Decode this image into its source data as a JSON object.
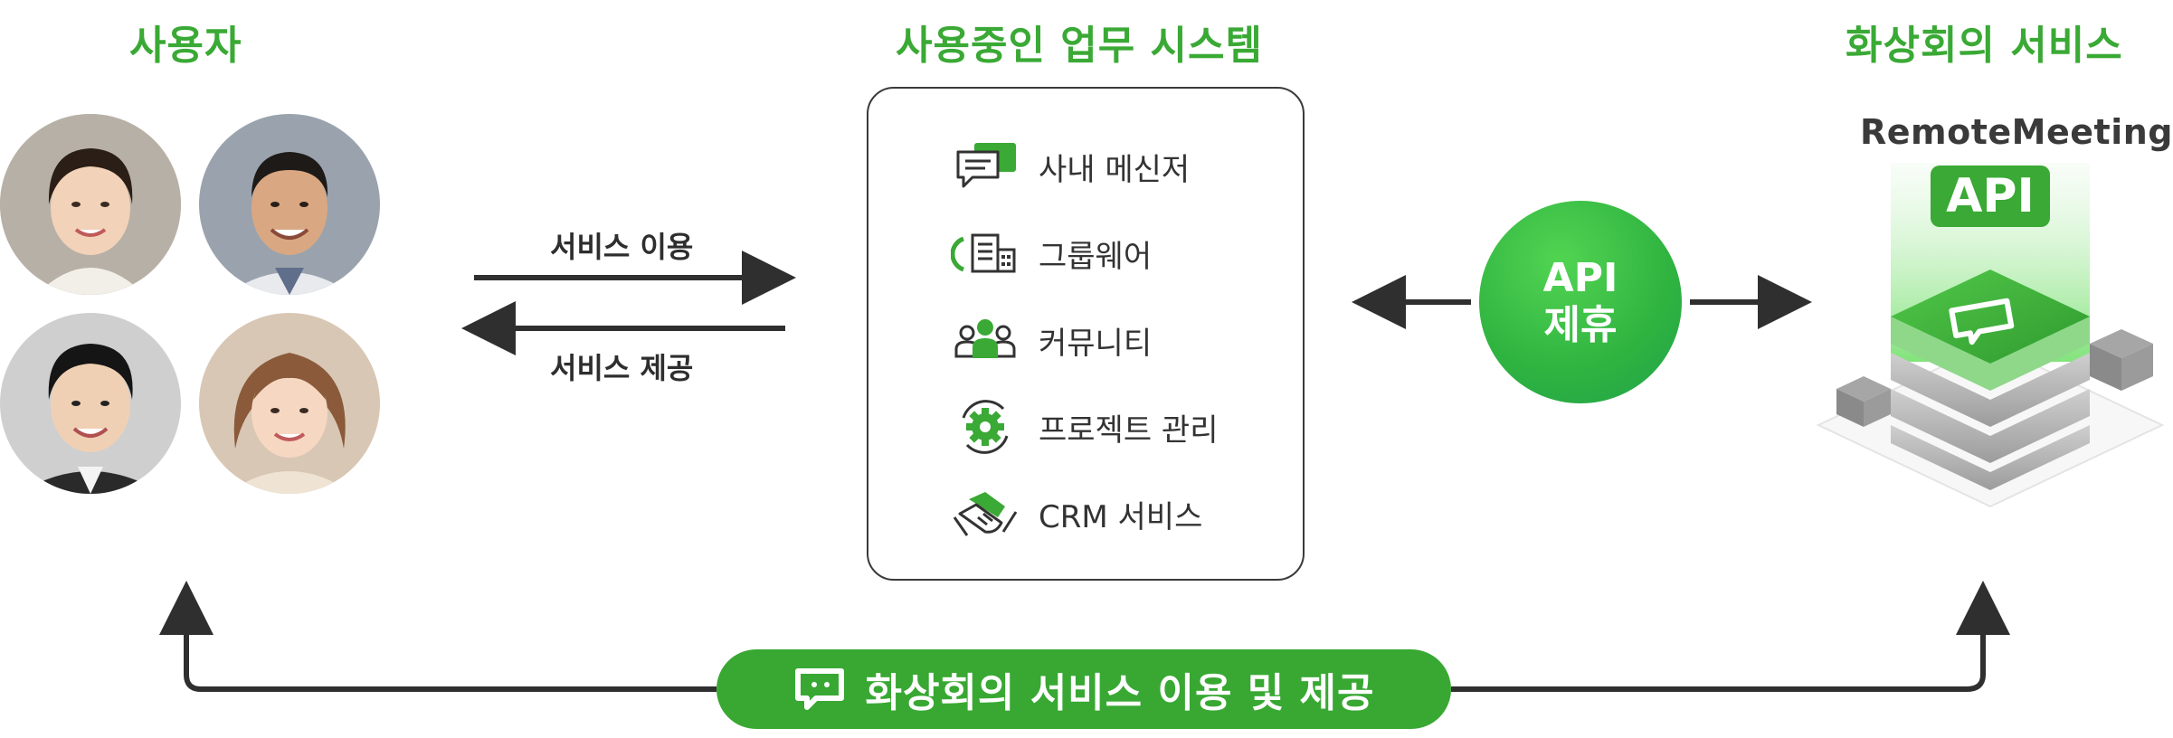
{
  "sections": {
    "users": "사용자",
    "systems": "사용중인 업무 시스템",
    "video_service": "화상회의 서비스"
  },
  "flows": {
    "use_service": "서비스 이용",
    "provide_service": "서비스 제공"
  },
  "systems": [
    {
      "label": "사내 메신저",
      "icon": "messenger-icon"
    },
    {
      "label": "그룹웨어",
      "icon": "groupware-icon"
    },
    {
      "label": "커뮤니티",
      "icon": "community-icon"
    },
    {
      "label": "프로젝트 관리",
      "icon": "project-gear-icon"
    },
    {
      "label": "CRM 서비스",
      "icon": "handshake-icon"
    }
  ],
  "api_partnership": {
    "line1": "API",
    "line2": "제휴"
  },
  "brand": {
    "name": "RemoteMeeting",
    "badge": "API"
  },
  "bottom_banner": "화상회의 서비스 이용 및 제공",
  "colors": {
    "accent_green": "#3aa935",
    "dark": "#333333"
  }
}
